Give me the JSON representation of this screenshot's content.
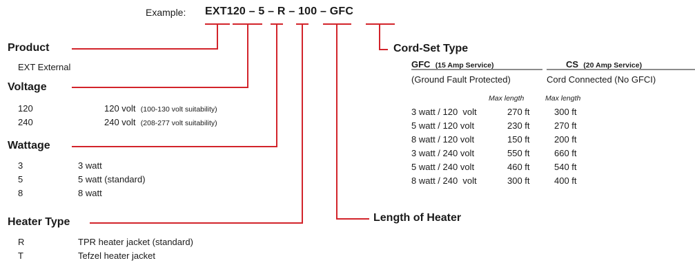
{
  "example": {
    "label": "Example:",
    "segments": [
      {
        "text": "EXT"
      },
      {
        "text": "120"
      },
      {
        "text": " – "
      },
      {
        "text": "5"
      },
      {
        "text": " – "
      },
      {
        "text": "R"
      },
      {
        "text": " – "
      },
      {
        "text": "100"
      },
      {
        "text": " – "
      },
      {
        "text": "GFC"
      }
    ]
  },
  "colors": {
    "accent": "#d2232a",
    "text": "#1a1a1a"
  },
  "product": {
    "title": "Product",
    "desc": "EXT External"
  },
  "voltage": {
    "title": "Voltage",
    "rows": [
      {
        "code": "120",
        "main": "120 volt",
        "note": "(100-130 volt suitability)"
      },
      {
        "code": "240",
        "main": "240 volt",
        "note": "(208-277 volt suitability)"
      }
    ]
  },
  "wattage": {
    "title": "Wattage",
    "rows": [
      {
        "code": "3",
        "desc": "3 watt"
      },
      {
        "code": "5",
        "desc": "5 watt (standard)"
      },
      {
        "code": "8",
        "desc": "8 watt"
      }
    ]
  },
  "heater_type": {
    "title": "Heater Type",
    "rows": [
      {
        "code": "R",
        "desc": "TPR heater jacket (standard)"
      },
      {
        "code": "T",
        "desc": "Tefzel heater jacket"
      }
    ]
  },
  "length": {
    "title": "Length of Heater"
  },
  "cordset": {
    "title": "Cord-Set Type",
    "gfc": {
      "code": "GFC",
      "service": "(15 Amp Service)",
      "desc": "(Ground Fault Protected)"
    },
    "cs": {
      "code": "CS",
      "service": "(20 Amp Service)",
      "desc": "Cord Connected (No GFCI)"
    },
    "max_label_gfc": "Max length",
    "max_label_cs": "Max length",
    "rows": [
      {
        "spec": "3 watt / 120  volt",
        "gfc": "270 ft",
        "cs": "300 ft"
      },
      {
        "spec": "5 watt / 120 volt",
        "gfc": "230 ft",
        "cs": "270 ft"
      },
      {
        "spec": "8 watt / 120 volt",
        "gfc": "150 ft",
        "cs": "200 ft"
      },
      {
        "spec": "3 watt / 240 volt",
        "gfc": "550 ft",
        "cs": "660 ft"
      },
      {
        "spec": "5 watt / 240 volt",
        "gfc": "460 ft",
        "cs": "540 ft"
      },
      {
        "spec": "8 watt / 240  volt",
        "gfc": "300 ft",
        "cs": "400 ft"
      }
    ]
  }
}
